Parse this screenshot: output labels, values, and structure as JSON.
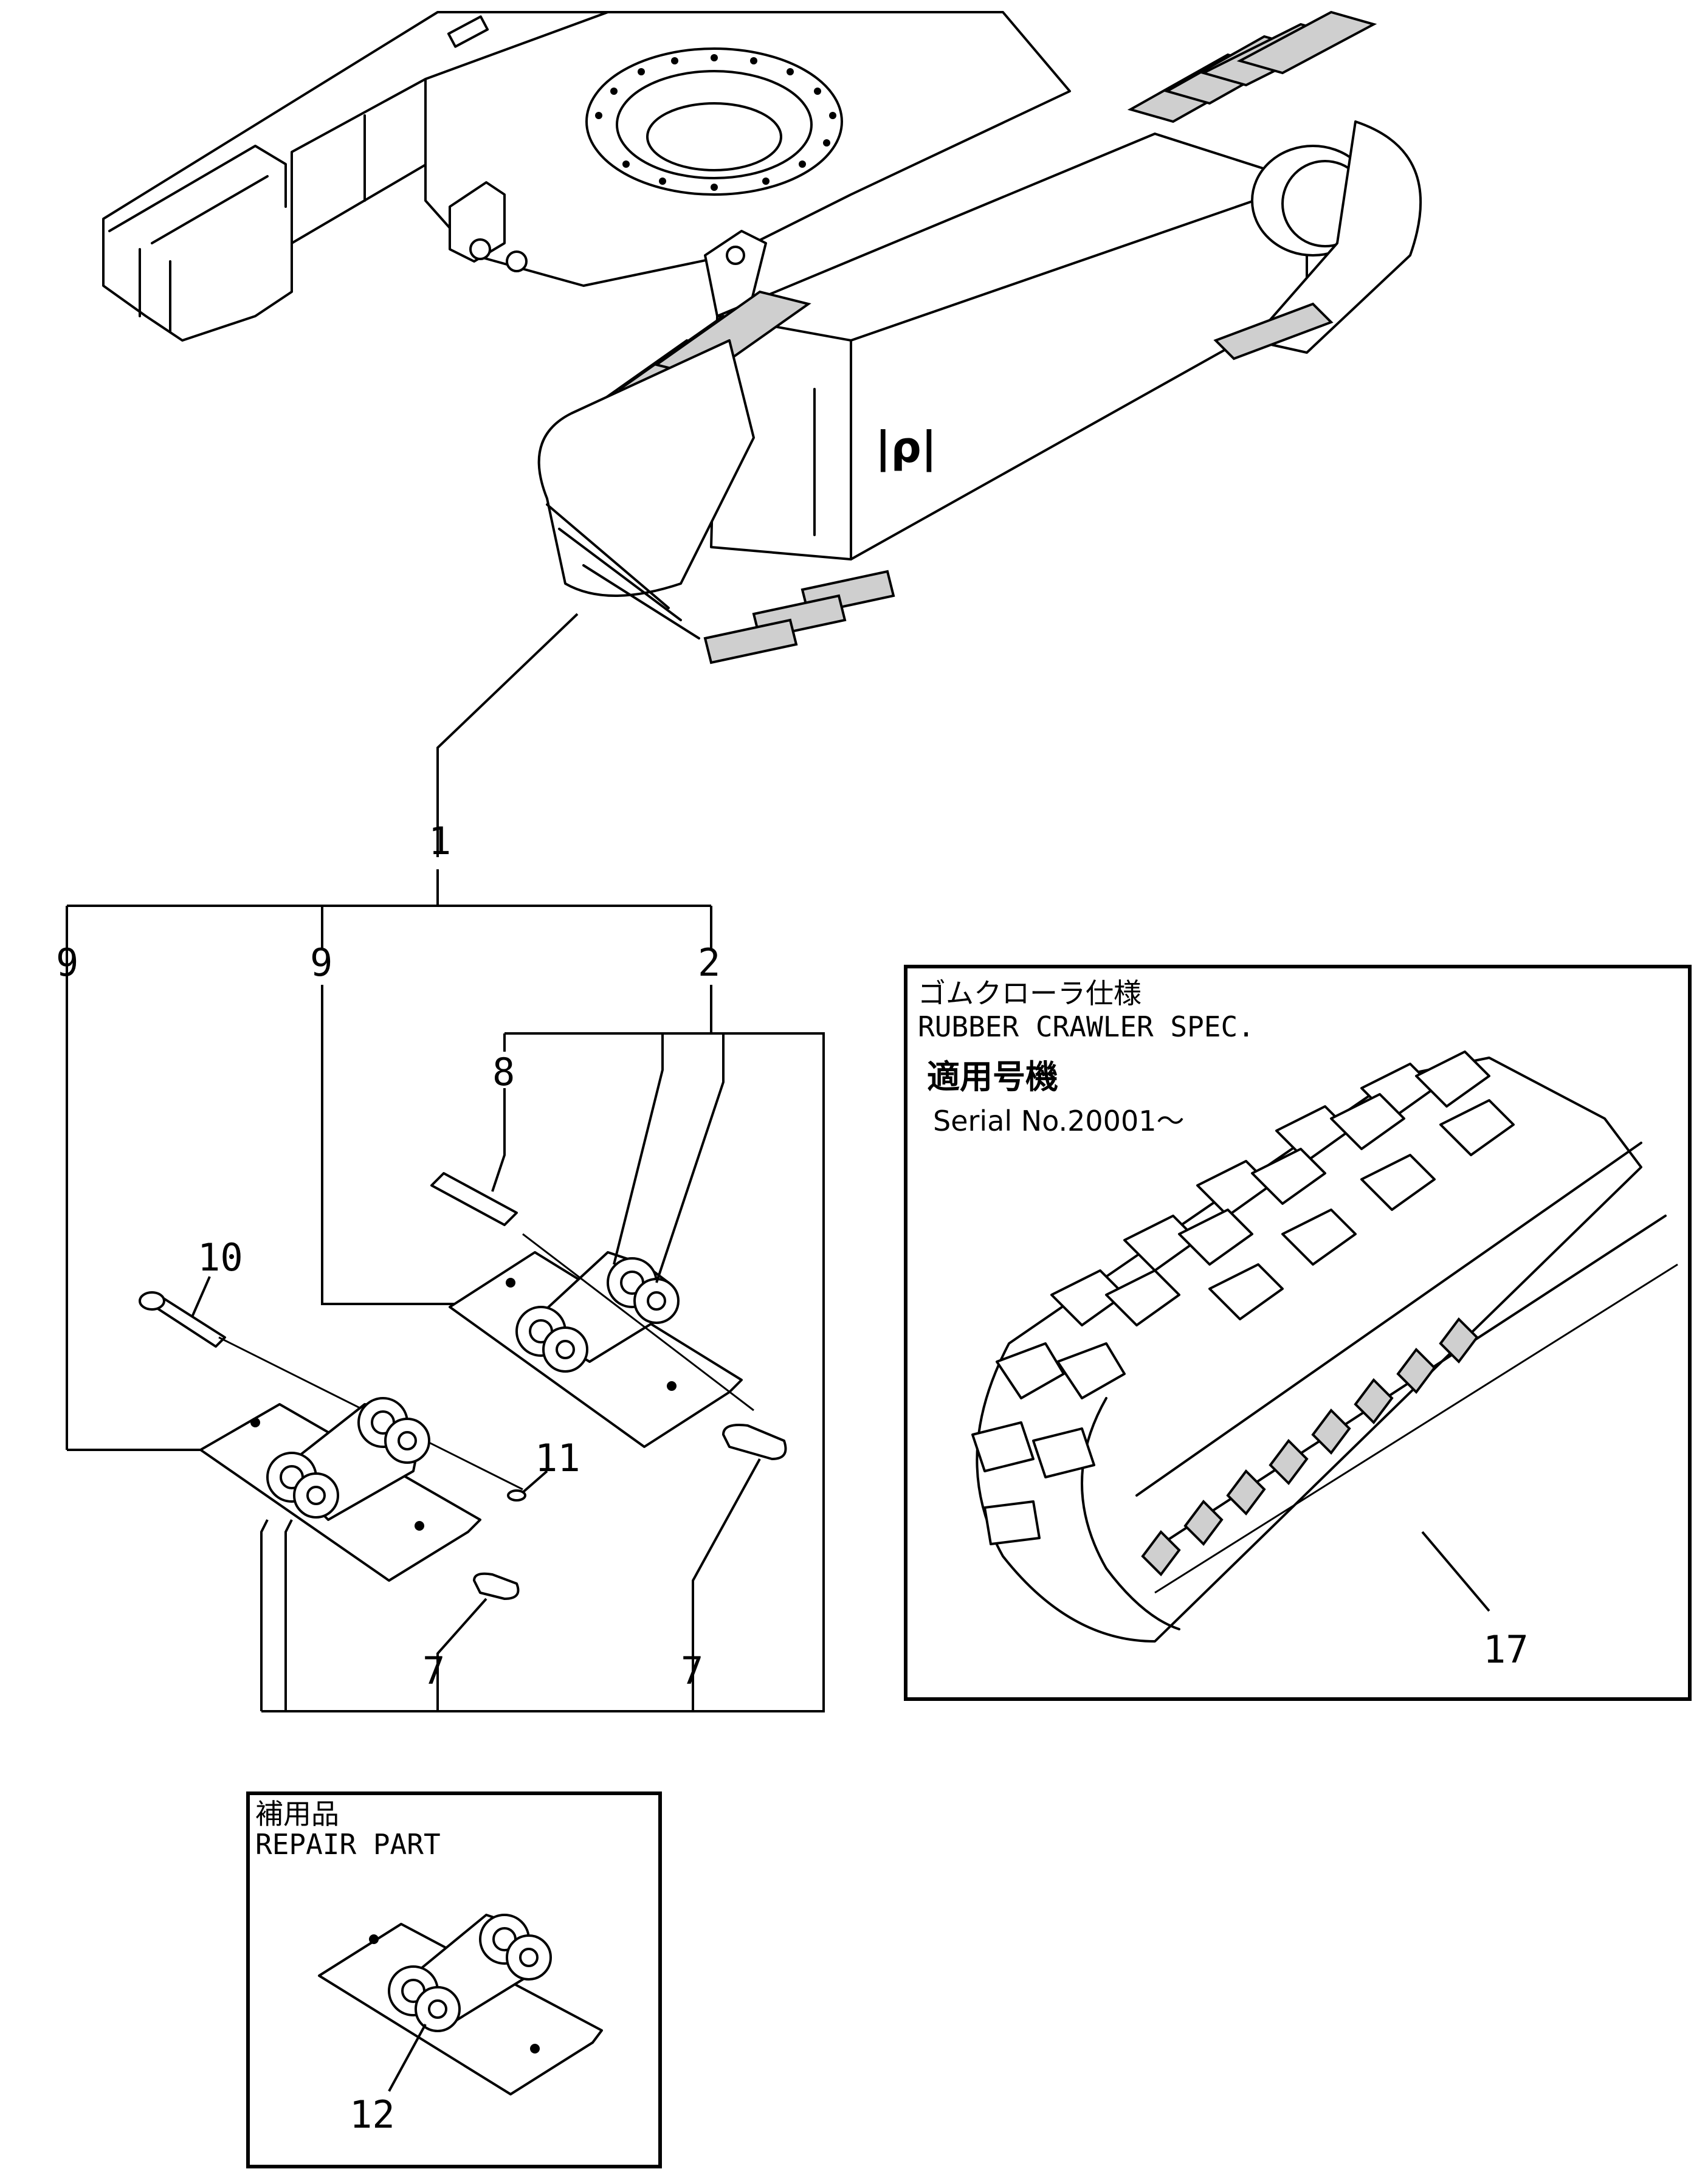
{
  "callouts": {
    "c1": "1",
    "c2": "2",
    "c7a": "7",
    "c7b": "7",
    "c8": "8",
    "c9a": "9",
    "c9b": "9",
    "c10": "10",
    "c11": "11",
    "c12": "12",
    "c17": "17"
  },
  "rubber_panel": {
    "title_jp": "ゴムクローラ仕様",
    "title_en": "RUBBER CRAWLER SPEC.",
    "applicable_jp": "適用号機",
    "serial": "Serial No.20001～"
  },
  "repair_panel": {
    "title_jp": "補用品",
    "title_en": "REPAIR PART"
  },
  "frame_mark": "|ρ|"
}
